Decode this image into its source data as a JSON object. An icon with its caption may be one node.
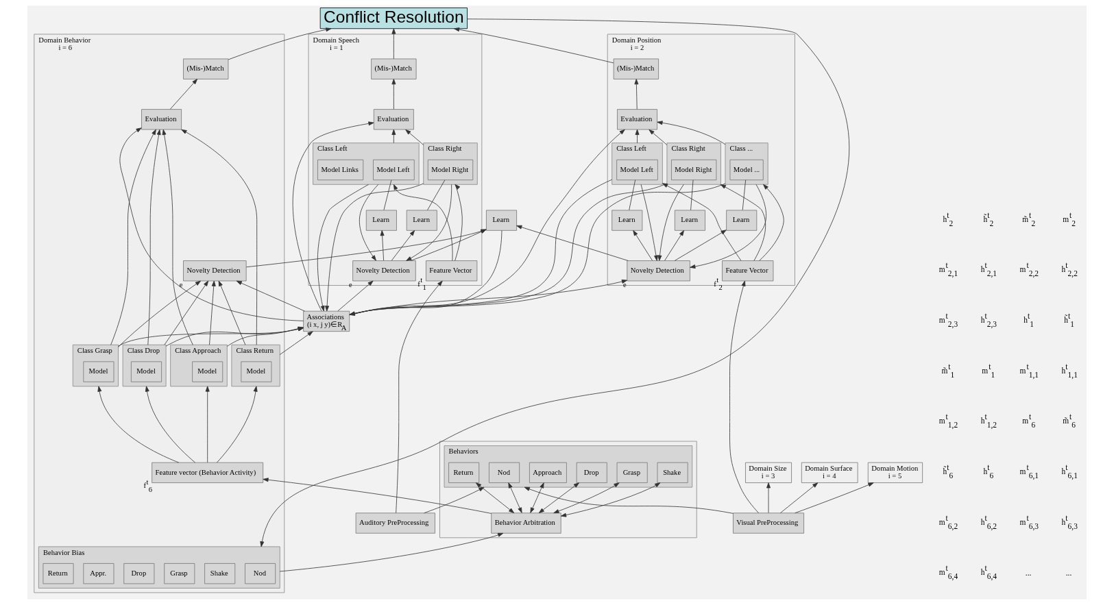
{
  "diagram": {
    "nodes": [
      {
        "text": [
          "Conflict Resolution"
        ]
      },
      {
        "text": [
          "Associations",
          "(i x, j y)∈R$_{A}$"
        ]
      },
      {
        "text": [
          "Learn"
        ]
      },
      {
        "text": [
          "Domain Position",
          "i = 2"
        ]
      },
      {
        "text": [
          "(Mis-)Match"
        ],
        "in": 3
      },
      {
        "text": [
          "Evaluation"
        ],
        "in": 3
      },
      {
        "text": [
          "Novelty Detection"
        ],
        "in": 3,
        "beside": [
          "e"
        ]
      },
      {
        "text": [
          "Class Left"
        ],
        "in": 3
      },
      {
        "text": [
          "Model Left"
        ],
        "in": 7
      },
      {
        "text": [
          "Class Right"
        ],
        "in": 3
      },
      {
        "text": [
          "Model Right"
        ],
        "in": 9
      },
      {
        "text": [
          "Class ..."
        ],
        "in": 3
      },
      {
        "text": [
          "Model ..."
        ],
        "in": 11
      },
      {
        "text": [
          "Learn"
        ],
        "in": 3
      },
      {
        "text": [
          "Learn"
        ],
        "in": 3
      },
      {
        "text": [
          "Learn"
        ],
        "in": 3
      },
      {
        "text": [
          "Feature Vector"
        ],
        "in": 3,
        "beside": [
          "f$^{t}$$_{2}$"
        ]
      },
      {
        "text": [
          "Domain Size",
          "i = 3"
        ]
      },
      {
        "text": [
          "Domain Surface",
          "i = 4"
        ]
      },
      {
        "text": [
          "Domain Motion",
          "i = 5"
        ]
      },
      {
        "text": [
          "Domain Speech",
          "i = 1"
        ]
      },
      {
        "text": [
          "(Mis-)Match"
        ],
        "in": 20
      },
      {
        "text": [
          "Evaluation"
        ],
        "in": 20
      },
      {
        "text": [
          "Novelty Detection"
        ],
        "in": 20,
        "beside": [
          "e"
        ]
      },
      {
        "text": [
          "Class Left"
        ],
        "in": 20
      },
      {
        "text": [
          "Model Left"
        ],
        "in": 24
      },
      {
        "text": [
          "Model Links"
        ],
        "in": 24
      },
      {
        "text": [
          "Class Right"
        ],
        "in": 20
      },
      {
        "text": [
          "Model Right"
        ],
        "in": 27
      },
      {
        "text": [
          "Learn"
        ],
        "in": 20
      },
      {
        "text": [
          "Learn"
        ],
        "in": 20
      },
      {
        "text": [
          "Feature Vector"
        ],
        "in": 20,
        "beside": [
          "f$^{t}$$_{1}$"
        ]
      },
      {
        "text": [
          "Domain Behavior",
          "i = 6"
        ]
      },
      {
        "text": [
          "Novelty Detection"
        ],
        "in": 32,
        "beside": [
          "e"
        ]
      },
      {
        "text": [
          "(Mis-)Match"
        ],
        "in": 32
      },
      {
        "text": [
          "Evaluation"
        ],
        "in": 32
      },
      {
        "text": [
          "Class Grasp"
        ],
        "in": 32
      },
      {
        "text": [
          "Model"
        ],
        "in": 36
      },
      {
        "text": [
          "Class Drop"
        ],
        "in": 32
      },
      {
        "text": [
          "Model"
        ],
        "in": 38
      },
      {
        "text": [
          "Class Approach"
        ],
        "in": 32
      },
      {
        "text": [
          "Model"
        ],
        "in": 40
      },
      {
        "text": [
          "Class Return"
        ],
        "in": 32
      },
      {
        "text": [
          "Model"
        ],
        "in": 42
      },
      {
        "text": [
          "Feature vector (Behavior Activity)"
        ],
        "in": 32,
        "beside": [
          "f$^{t}$$_{6}$"
        ]
      },
      {
        "text": [
          "Behavior Bias"
        ],
        "in": 32
      },
      {
        "text": [
          "Nod"
        ],
        "in": 45
      },
      {
        "text": [
          "Shake"
        ],
        "in": 45
      },
      {
        "text": [
          "Grasp"
        ],
        "in": 45
      },
      {
        "text": [
          "Drop"
        ],
        "in": 45
      },
      {
        "text": [
          "Appr."
        ],
        "in": 45
      },
      {
        "text": [
          "Return"
        ],
        "in": 45
      },
      {
        "text": [
          "Visual PreProcessing"
        ]
      },
      {
        "text": [
          "Auditory PreProcessing"
        ]
      },
      {
        "text": [],
        "shape": "box"
      },
      {
        "text": [
          "Behavior Arbitration"
        ],
        "in": 54
      },
      {
        "text": [
          "Behaviors"
        ],
        "in": 54
      },
      {
        "text": [
          "Nod"
        ],
        "in": 56
      },
      {
        "text": [
          "Shake"
        ],
        "in": 56
      },
      {
        "text": [
          "Grasp"
        ],
        "in": 56
      },
      {
        "text": [
          "Drop"
        ],
        "in": 56
      },
      {
        "text": [
          "Approach"
        ],
        "in": 56
      },
      {
        "text": [
          "Return"
        ],
        "in": 56
      }
    ],
    "edges": [
      {
        "from": 5,
        "to": 4,
        "arrow": "to"
      },
      {
        "from": 4,
        "to": 0,
        "arrow": "to"
      },
      {
        "from": 7,
        "to": 5,
        "arrow": "to"
      },
      {
        "from": 9,
        "to": 5,
        "arrow": "to"
      },
      {
        "from": 11,
        "to": 5,
        "arrow": "to"
      },
      {
        "from": 7,
        "to": 6,
        "arrow": "to"
      },
      {
        "from": 9,
        "to": 6,
        "arrow": "to"
      },
      {
        "from": 11,
        "to": 6,
        "arrow": "to"
      },
      {
        "from": 6,
        "to": 13,
        "arrow": "to"
      },
      {
        "from": 6,
        "to": 14,
        "arrow": "to"
      },
      {
        "from": 6,
        "to": 15,
        "arrow": "to"
      },
      {
        "from": 13,
        "to": 8,
        "arrow": "none"
      },
      {
        "from": 14,
        "to": 10,
        "arrow": "none"
      },
      {
        "from": 15,
        "to": 12,
        "arrow": "none"
      },
      {
        "from": 16,
        "to": 7,
        "arrow": "to"
      },
      {
        "from": 16,
        "to": 9,
        "arrow": "to"
      },
      {
        "from": 16,
        "to": 11,
        "arrow": "to"
      },
      {
        "from": 52,
        "to": 16,
        "arrow": "to"
      },
      {
        "from": 52,
        "to": 17,
        "arrow": "to"
      },
      {
        "from": 52,
        "to": 18,
        "arrow": "to"
      },
      {
        "from": 52,
        "to": 19,
        "arrow": "to"
      },
      {
        "from": 6,
        "to": 2,
        "arrow": "to"
      },
      {
        "from": 2,
        "to": 1,
        "arrow": "none"
      },
      {
        "from": 7,
        "to": 1,
        "arrow": "to"
      },
      {
        "from": 9,
        "to": 1,
        "arrow": "to"
      },
      {
        "from": 11,
        "to": 1,
        "arrow": "to"
      },
      {
        "from": 1,
        "to": 5,
        "arrow": "to"
      },
      {
        "from": 1,
        "to": 6,
        "arrow": "to"
      },
      {
        "from": 22,
        "to": 21,
        "arrow": "to"
      },
      {
        "from": 21,
        "to": 0,
        "arrow": "to"
      },
      {
        "from": 24,
        "to": 22,
        "arrow": "to"
      },
      {
        "from": 27,
        "to": 22,
        "arrow": "to"
      },
      {
        "from": 24,
        "to": 23,
        "arrow": "to"
      },
      {
        "from": 27,
        "to": 23,
        "arrow": "to"
      },
      {
        "from": 23,
        "to": 29,
        "arrow": "to"
      },
      {
        "from": 23,
        "to": 30,
        "arrow": "to"
      },
      {
        "from": 29,
        "to": 25,
        "arrow": "none"
      },
      {
        "from": 30,
        "to": 28,
        "arrow": "none"
      },
      {
        "from": 31,
        "to": 24,
        "arrow": "to"
      },
      {
        "from": 31,
        "to": 27,
        "arrow": "to"
      },
      {
        "from": 53,
        "to": 31,
        "arrow": "to"
      },
      {
        "from": 23,
        "to": 2,
        "arrow": "to"
      },
      {
        "from": 24,
        "to": 1,
        "arrow": "to"
      },
      {
        "from": 27,
        "to": 1,
        "arrow": "to"
      },
      {
        "from": 1,
        "to": 22,
        "arrow": "to"
      },
      {
        "from": 1,
        "to": 23,
        "arrow": "to"
      },
      {
        "from": 35,
        "to": 34,
        "arrow": "to"
      },
      {
        "from": 34,
        "to": 0,
        "arrow": "to"
      },
      {
        "from": 36,
        "to": 33,
        "arrow": "to"
      },
      {
        "from": 38,
        "to": 33,
        "arrow": "to"
      },
      {
        "from": 40,
        "to": 33,
        "arrow": "to"
      },
      {
        "from": 42,
        "to": 33,
        "arrow": "to"
      },
      {
        "from": 36,
        "to": 35,
        "arrow": "to"
      },
      {
        "from": 38,
        "to": 35,
        "arrow": "to"
      },
      {
        "from": 40,
        "to": 35,
        "arrow": "to"
      },
      {
        "from": 42,
        "to": 35,
        "arrow": "to"
      },
      {
        "from": 33,
        "to": 2,
        "arrow": "to"
      },
      {
        "from": 36,
        "to": 1,
        "arrow": "to"
      },
      {
        "from": 38,
        "to": 1,
        "arrow": "to"
      },
      {
        "from": 40,
        "to": 1,
        "arrow": "to"
      },
      {
        "from": 42,
        "to": 1,
        "arrow": "to"
      },
      {
        "from": 1,
        "to": 33,
        "arrow": "to"
      },
      {
        "from": 1,
        "to": 35,
        "arrow": "to"
      },
      {
        "from": 44,
        "to": 36,
        "arrow": "to"
      },
      {
        "from": 44,
        "to": 38,
        "arrow": "to"
      },
      {
        "from": 44,
        "to": 40,
        "arrow": "to"
      },
      {
        "from": 44,
        "to": 42,
        "arrow": "to"
      },
      {
        "from": 0,
        "to": 45,
        "arrow": "to"
      },
      {
        "from": 45,
        "to": 55,
        "arrow": "to"
      },
      {
        "from": 55,
        "to": 44,
        "arrow": "to"
      },
      {
        "from": 55,
        "to": 57,
        "arrow": "both"
      },
      {
        "from": 55,
        "to": 58,
        "arrow": "both"
      },
      {
        "from": 55,
        "to": 59,
        "arrow": "both"
      },
      {
        "from": 55,
        "to": 60,
        "arrow": "both"
      },
      {
        "from": 55,
        "to": 61,
        "arrow": "both"
      },
      {
        "from": 55,
        "to": 62,
        "arrow": "both"
      },
      {
        "from": 52,
        "to": 56,
        "arrow": "to"
      },
      {
        "from": 53,
        "to": 56,
        "arrow": "to"
      }
    ],
    "labels": [
      "h$^{t}$$_{2}$",
      "h̃$^{t}$$_{2}$",
      "m̃$^{t}$$_{2}$",
      "m$^{t}$$_{2}$",
      "m$^{t}$$_{2,1}$",
      "h$^{t}$$_{2,1}$",
      "m$^{t}$$_{2,2}$",
      "h$^{t}$$_{2,2}$",
      "m$^{t}$$_{2,3}$",
      "h$^{t}$$_{2,3}$",
      "h$^{t}$$_{1}$",
      "h̃$^{t}$$_{1}$",
      "m̃$^{t}$$_{1}$",
      "m$^{t}$$_{1}$",
      "m$^{t}$$_{1,1}$",
      "h$^{t}$$_{1,1}$",
      "m$^{t}$$_{1,2}$",
      "h$^{t}$$_{1,2}$",
      "m$^{t}$$_{6}$",
      "m̃$^{t}$$_{6}$",
      "h̃$^{t}$$_{6}$",
      "h$^{t}$$_{6}$",
      "m$^{t}$$_{6,1}$",
      "h$^{t}$$_{6,1}$",
      "m$^{t}$$_{6,2}$",
      "h$^{t}$$_{6,2}$",
      "m$^{t}$$_{6,3}$",
      "h$^{t}$$_{6,3}$",
      "m$^{t}$$_{6,4}$",
      "h$^{t}$$_{6,4}$",
      "...",
      "..."
    ]
  }
}
